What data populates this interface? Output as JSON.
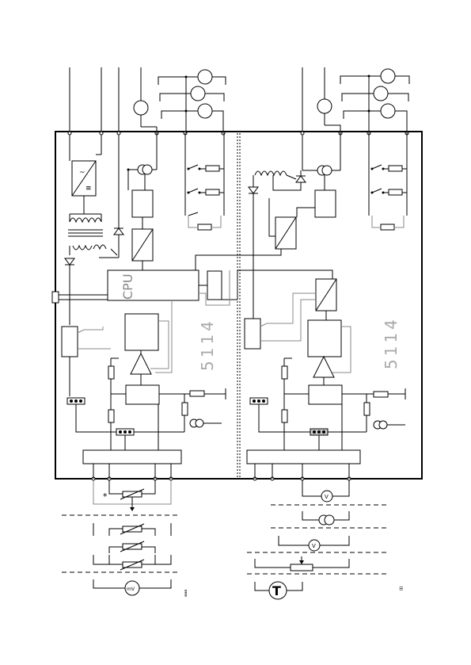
{
  "diagram": {
    "cpu_label": "CPU",
    "model_left": "5114",
    "model_right": "5114",
    "note_left": "ааа",
    "note_right": "III",
    "star": "*",
    "t_label": "T",
    "v_label": "V",
    "mv_label": "mV"
  }
}
